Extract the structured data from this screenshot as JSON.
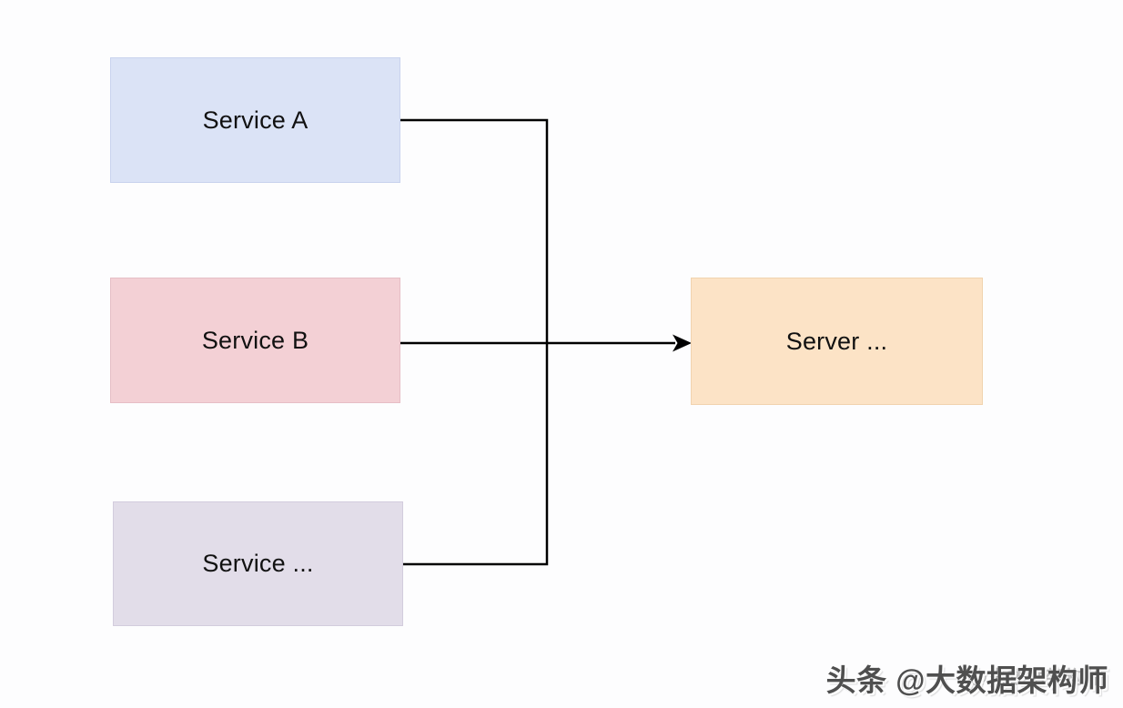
{
  "page": {
    "background_color": "#fdfdfe"
  },
  "diagram": {
    "type": "flow",
    "line_color": "#000000",
    "text_color": "#111111",
    "nodes": [
      {
        "id": "service-a",
        "label": "Service A",
        "fill": "#dbe3f6",
        "border": "#c9d3ee"
      },
      {
        "id": "service-b",
        "label": "Service B",
        "fill": "#f3d0d5",
        "border": "#e6bec6"
      },
      {
        "id": "service-etc",
        "label": "Service ...",
        "fill": "#e2dde9",
        "border": "#d3ccdd"
      },
      {
        "id": "server",
        "label": "Server ...",
        "fill": "#fce3c6",
        "border": "#f1d3af"
      }
    ],
    "edges": [
      {
        "from": "service-a",
        "to": "server",
        "arrow": false,
        "note": "merges into trunk"
      },
      {
        "from": "service-b",
        "to": "server",
        "arrow": true,
        "note": "straight line with arrowhead into server"
      },
      {
        "from": "service-etc",
        "to": "server",
        "arrow": false,
        "note": "merges into trunk"
      }
    ]
  },
  "watermark": {
    "text": "头条 @大数据架构师",
    "ghost_text": "@大数据架构师",
    "color": "#4f4f4f"
  }
}
